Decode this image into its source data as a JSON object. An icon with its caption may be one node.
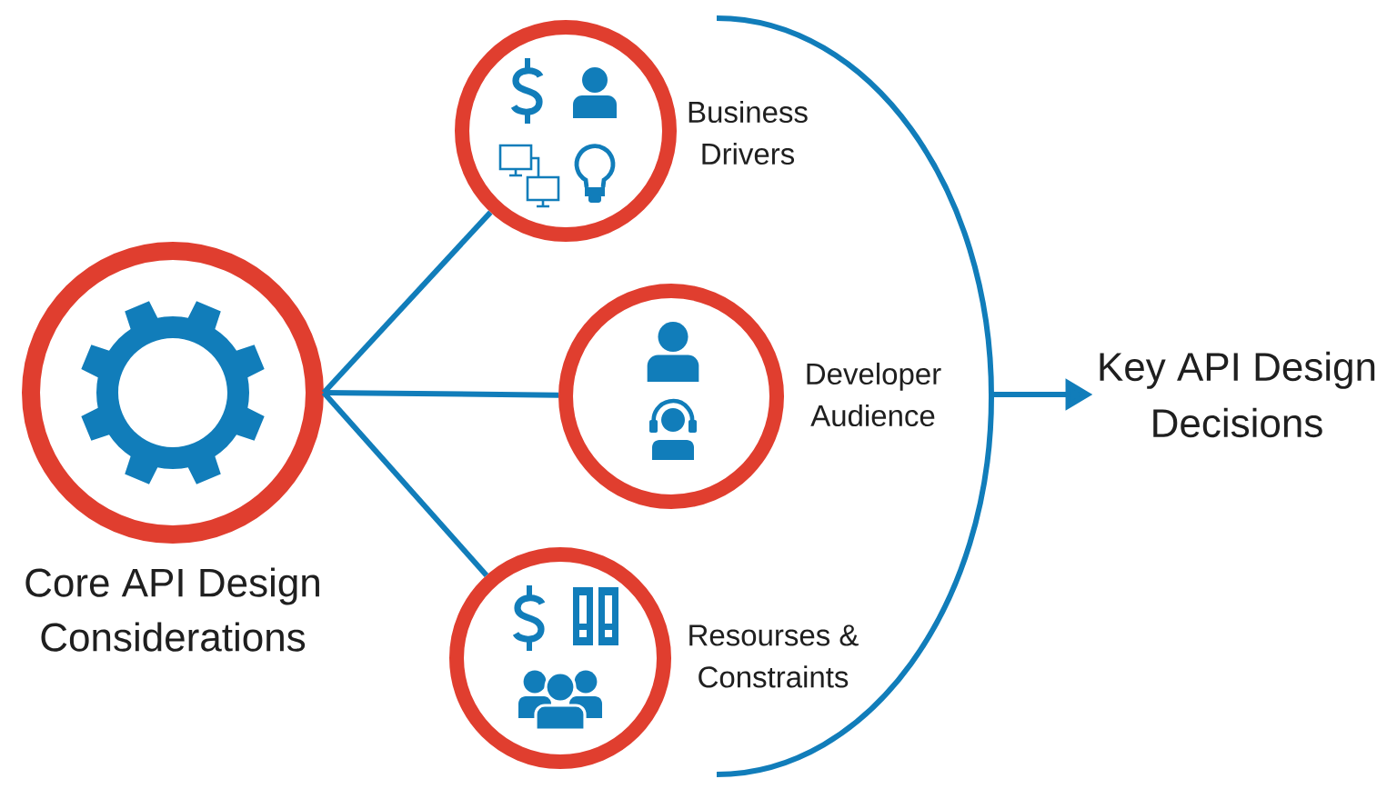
{
  "diagram": {
    "nodes": [
      {
        "text": [
          "Core API Design Considerations"
        ]
      },
      {
        "text": [
          "Business Drivers"
        ]
      },
      {
        "text": [
          "Developer Audience"
        ]
      },
      {
        "text": [
          "Resourses & Constraints"
        ]
      },
      {
        "text": [
          "Key API Design Decisions"
        ]
      }
    ],
    "edges": [
      {
        "from": 0,
        "to": 1,
        "arrow": "none"
      },
      {
        "from": 0,
        "to": 2,
        "arrow": "none"
      },
      {
        "from": 0,
        "to": 3,
        "arrow": "none"
      },
      {
        "from": null,
        "to": 4,
        "arrow": "to"
      }
    ]
  }
}
